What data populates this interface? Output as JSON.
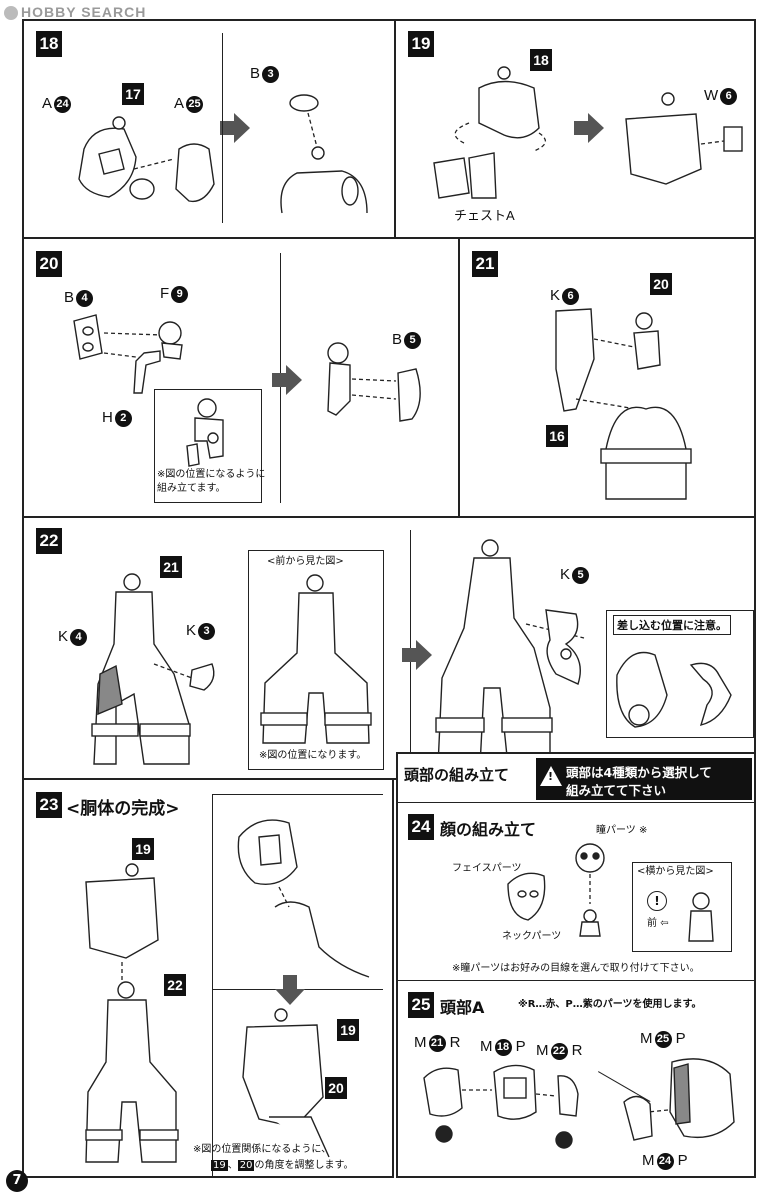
{
  "header": {
    "logo_text": "HOBBY SEARCH"
  },
  "page_number": "7",
  "steps": {
    "s18": {
      "num": "18",
      "a24": "A",
      "a24n": "24",
      "p17": "17",
      "a25": "A",
      "a25n": "25",
      "b3": "B",
      "b3n": "3"
    },
    "s19": {
      "num": "19",
      "p18": "18",
      "w6": "W",
      "w6n": "6",
      "chest": "チェストA"
    },
    "s20": {
      "num": "20",
      "b4": "B",
      "b4n": "4",
      "f9": "F",
      "f9n": "9",
      "h2": "H",
      "h2n": "2",
      "b5": "B",
      "b5n": "5",
      "note": "※図の位置になるように\n組み立てます。"
    },
    "s21": {
      "num": "21",
      "k6": "K",
      "k6n": "6",
      "p20": "20",
      "p16": "16"
    },
    "s22": {
      "num": "22",
      "p21": "21",
      "k4": "K",
      "k4n": "4",
      "k3": "K",
      "k3n": "3",
      "k5": "K",
      "k5n": "5",
      "front_view": "<前から見た図>",
      "note": "※図の位置になります。",
      "caution": "差し込む位置に注意。"
    },
    "s23": {
      "num": "23",
      "title": "<胴体の完成>",
      "p19": "19",
      "p22": "22",
      "p19b": "19",
      "p20": "20",
      "note1": "※図の位置関係になるように、",
      "note2a": "19",
      "note2b": "、",
      "note2c": "20",
      "note2d": "の角度を調整します。"
    },
    "head": {
      "title": "頭部の組み立て",
      "warning_line1": "頭部は4種類から選択して",
      "warning_line2": "組み立てて下さい"
    },
    "s24": {
      "num": "24",
      "title": "顔の組み立て",
      "pupil": "瞳パーツ ※",
      "face": "フェイスパーツ",
      "neck": "ネックパーツ",
      "side_view": "<横から見た図>",
      "front": "前",
      "note": "※瞳パーツはお好みの目線を選んで取り付けて下さい。"
    },
    "s25": {
      "num": "25",
      "title": "頭部A",
      "note": "※R…赤、P…紫のパーツを使用します。",
      "m21": "M",
      "m21n": "21",
      "m21s": "R",
      "m18": "M",
      "m18n": "18",
      "m18s": "P",
      "m22": "M",
      "m22n": "22",
      "m22s": "R",
      "m25": "M",
      "m25n": "25",
      "m25s": "P",
      "m24": "M",
      "m24n": "24",
      "m24s": "P"
    }
  },
  "colors": {
    "ink": "#222222",
    "bg": "#ffffff",
    "arrow": "#555555"
  }
}
